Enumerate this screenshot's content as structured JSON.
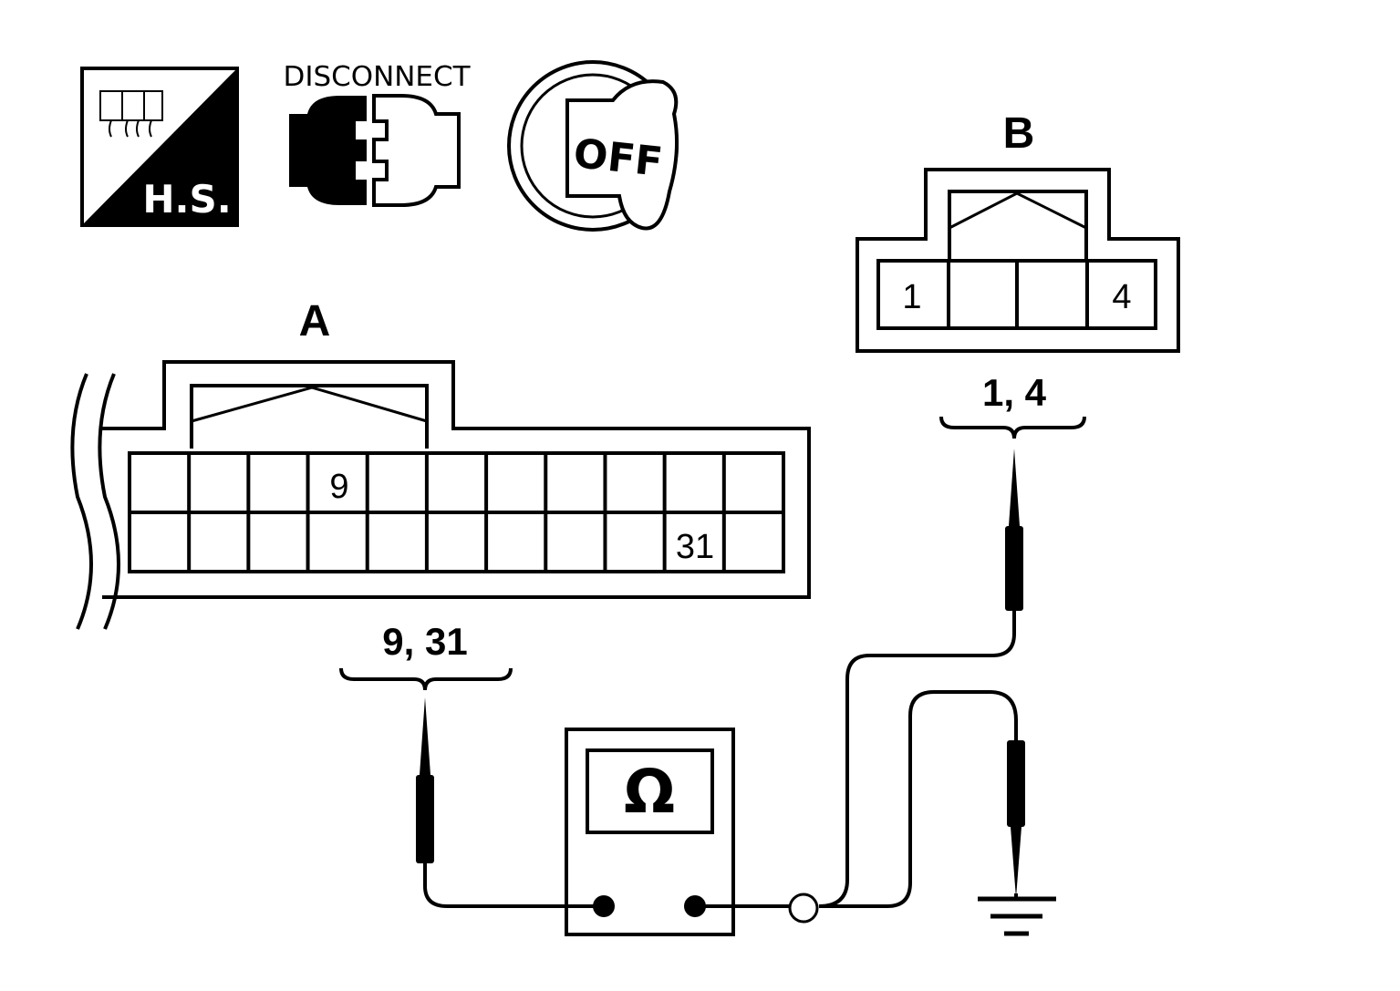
{
  "icons": {
    "harness_side": {
      "text": "H.S."
    },
    "disconnect": {
      "text": "DISCONNECT"
    },
    "ignition": {
      "text": "OFF"
    }
  },
  "connector_a": {
    "label": "A",
    "pin_labels": {
      "top": "9",
      "bottom": "31"
    },
    "probe_label": "9, 31"
  },
  "connector_b": {
    "label": "B",
    "pin_labels": {
      "left": "1",
      "right": "4"
    },
    "probe_label": "1, 4"
  },
  "meter": {
    "symbol": "Ω"
  }
}
